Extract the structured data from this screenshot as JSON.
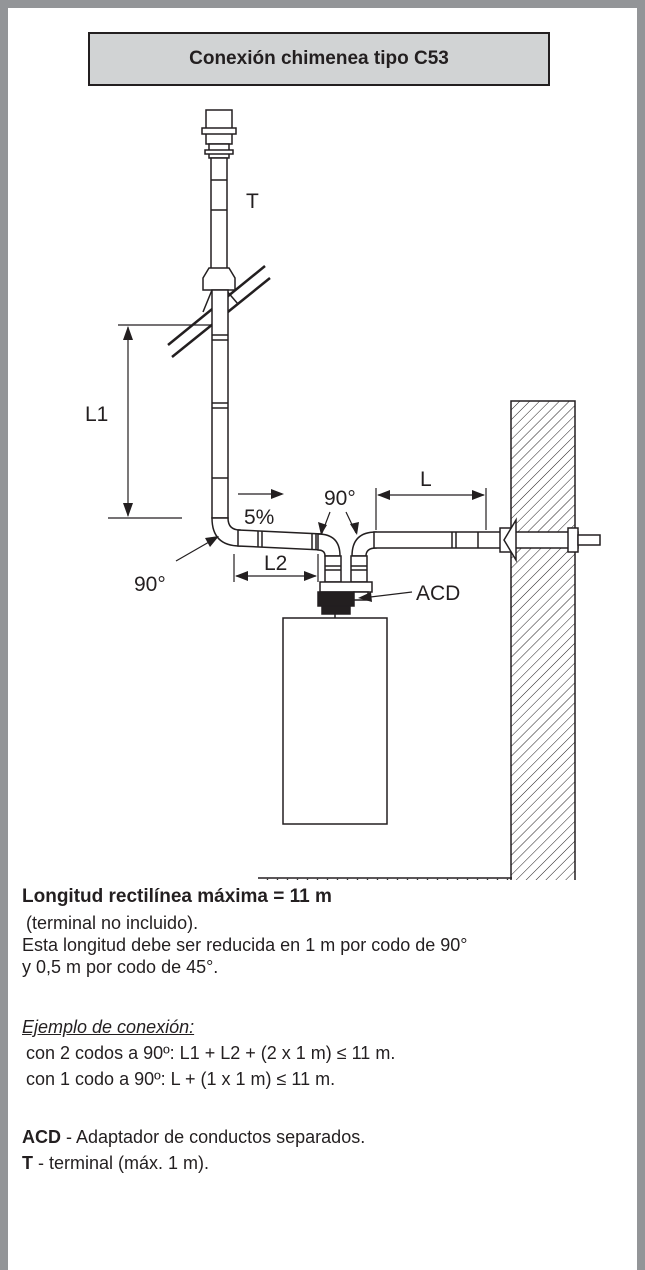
{
  "title": "Conexión chimenea tipo C53",
  "diagram": {
    "label_T": "T",
    "label_L1": "L1",
    "label_angle_bottom": "90°",
    "label_slope": "5%",
    "label_angle_top": "90°",
    "label_L": "L",
    "label_L2": "L2",
    "label_ACD": "ACD"
  },
  "notes": {
    "max_length": "Longitud rectilínea máxima  = 11 m",
    "terminal_note": "(terminal no incluido).",
    "reduction_line1": "Esta longitud debe ser reducida en 1 m por codo de 90°",
    "reduction_line2": "y 0,5 m por codo de 45°.",
    "example_title": "Ejemplo de conexión:",
    "example1": "con 2 codos a 90º: L1 + L2 + (2 x 1 m) ≤ 11 m.",
    "example2": "con 1 codo a 90º: L + (1 x 1 m) ≤ 11 m.",
    "acd_key": "ACD",
    "acd_desc": " - Adaptador de conductos separados.",
    "t_key": "T",
    "t_desc": " - terminal (máx. 1 m)."
  }
}
